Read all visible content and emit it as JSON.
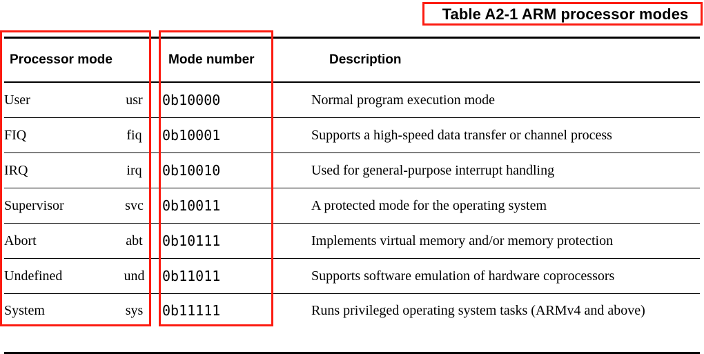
{
  "title": {
    "text": "Table A2-1 ARM processor modes",
    "box_color": "#fc1b10"
  },
  "table": {
    "headers": {
      "mode": "Processor mode",
      "number": "Mode number",
      "description": "Description"
    },
    "rows": [
      {
        "mode": "User",
        "abbr": "usr",
        "number": "0b10000",
        "description": "Normal program execution mode"
      },
      {
        "mode": "FIQ",
        "abbr": "fiq",
        "number": "0b10001",
        "description": "Supports a high-speed data transfer or channel process"
      },
      {
        "mode": "IRQ",
        "abbr": "irq",
        "number": "0b10010",
        "description": "Used for general-purpose interrupt handling"
      },
      {
        "mode": "Supervisor",
        "abbr": "svc",
        "number": "0b10011",
        "description": "A protected mode for the operating system"
      },
      {
        "mode": "Abort",
        "abbr": "abt",
        "number": "0b10111",
        "description": "Implements virtual memory and/or memory protection"
      },
      {
        "mode": "Undefined",
        "abbr": "und",
        "number": "0b11011",
        "description": "Supports software emulation of hardware coprocessors"
      },
      {
        "mode": "System",
        "abbr": "sys",
        "number": "0b11111",
        "description": "Runs privileged operating system tasks (ARMv4 and above)"
      }
    ]
  },
  "annotations": {
    "color": "#fc1b10",
    "boxes": [
      {
        "name": "processor-mode-column-highlight"
      },
      {
        "name": "mode-number-column-highlight"
      }
    ]
  }
}
